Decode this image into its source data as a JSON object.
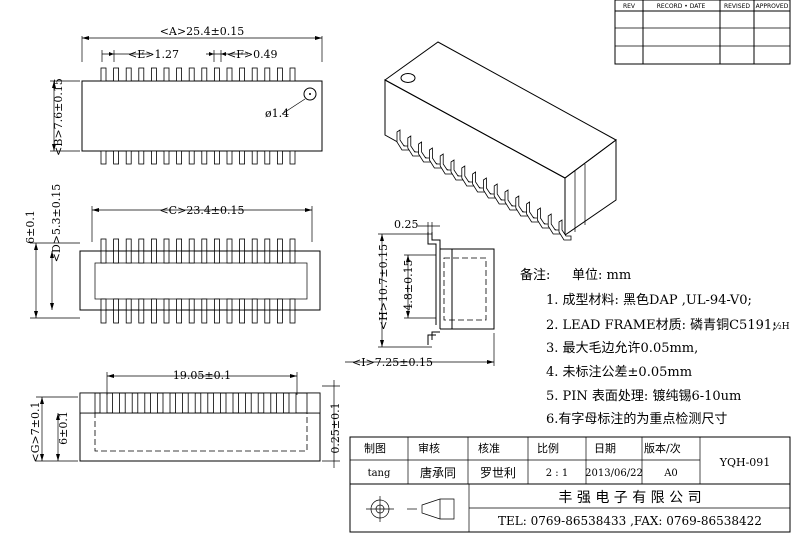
{
  "revision_block": {
    "headers": [
      "REV",
      "RECORD • DATE",
      "REVISED",
      "APPROVED"
    ]
  },
  "dimensions": {
    "A": "<A>25.4±0.15",
    "E": "<E>1.27",
    "F": "<F>0.49",
    "B": "<B>7.6±0.15",
    "hole": "ø1.4",
    "C": "<C>23.4±0.15",
    "six": "6±0.1",
    "D": "<D>5.3±0.15",
    "pitch_total": "19.05±0.1",
    "G": "<G>7±0.1",
    "six_side": "6±0.1",
    "thick": "0.25±0.1",
    "lead_w": "0.25",
    "H": "<H>10.7±0.15",
    "inner": "4.8±0.15",
    "I": "<I>7.25±0.15"
  },
  "notes": {
    "title": "备注:",
    "unit": "单位: mm",
    "lines": [
      "1. 成型材料:  黑色DAP ,UL-94-V0;",
      "2. LEAD  FRAME材质: 磷青铜C5191;",
      "3. 最大毛边允许0.05mm,",
      "4. 未标注公差±0.05mm",
      "5. PIN 表面处理: 镀纯锡6-10um",
      "6.有字母标注的为重点检测尺寸"
    ],
    "temper": "½H"
  },
  "title_block": {
    "row1": [
      "制图",
      "审核",
      "核准",
      "比例",
      "日期",
      "版本/次"
    ],
    "row2": [
      "tang",
      "唐承同",
      "罗世利",
      "2 : 1",
      "2013/06/22",
      "A0"
    ],
    "part_no": "YQH-091",
    "company": "丰  强  电  子  有   限  公  司",
    "contact": "TEL:  0769-86538433 ,FAX: 0769-86538422"
  }
}
